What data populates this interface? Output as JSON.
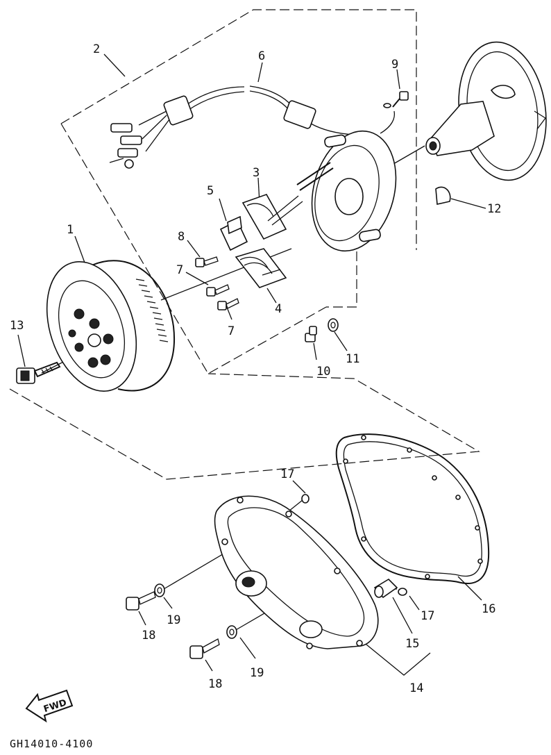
{
  "callouts": {
    "c1": "1",
    "c2": "2",
    "c3": "3",
    "c4": "4",
    "c5": "5",
    "c6": "6",
    "c7a": "7",
    "c7b": "7",
    "c8": "8",
    "c9": "9",
    "c10": "10",
    "c11": "11",
    "c12": "12",
    "c13": "13",
    "c14": "14",
    "c15": "15",
    "c16": "16",
    "c17a": "17",
    "c17b": "17",
    "c18a": "18",
    "c18b": "18",
    "c19a": "19",
    "c19b": "19"
  },
  "fwd_label": "FWD",
  "diagram_code": "GH14010-4100"
}
